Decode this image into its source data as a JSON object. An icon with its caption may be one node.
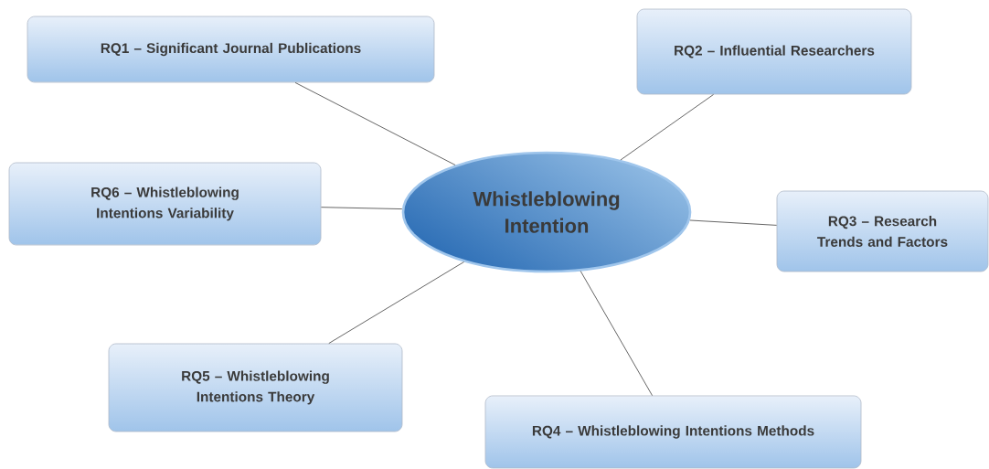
{
  "diagram": {
    "nodes": [
      {
        "text": [
          "Whistleblowing Intention"
        ]
      },
      {
        "text": [
          "RQ1 – Significant Journal Publications"
        ]
      },
      {
        "text": [
          "RQ2 – Influential Researchers"
        ]
      },
      {
        "text": [
          "RQ3 – Research Trends and Factors"
        ]
      },
      {
        "text": [
          "RQ4 – Whistleblowing Intentions Methods"
        ]
      },
      {
        "text": [
          "RQ5 – Whistleblowing Intentions Theory"
        ]
      },
      {
        "text": [
          "RQ6 – Whistleblowing Intentions Variability"
        ]
      }
    ],
    "edges": [
      {
        "from": 0,
        "to": 1,
        "arrow": "none"
      },
      {
        "from": 0,
        "to": 2,
        "arrow": "none"
      },
      {
        "from": 0,
        "to": 3,
        "arrow": "none"
      },
      {
        "from": 0,
        "to": 4,
        "arrow": "none"
      },
      {
        "from": 0,
        "to": 5,
        "arrow": "none"
      },
      {
        "from": 0,
        "to": 6,
        "arrow": "none"
      }
    ]
  }
}
